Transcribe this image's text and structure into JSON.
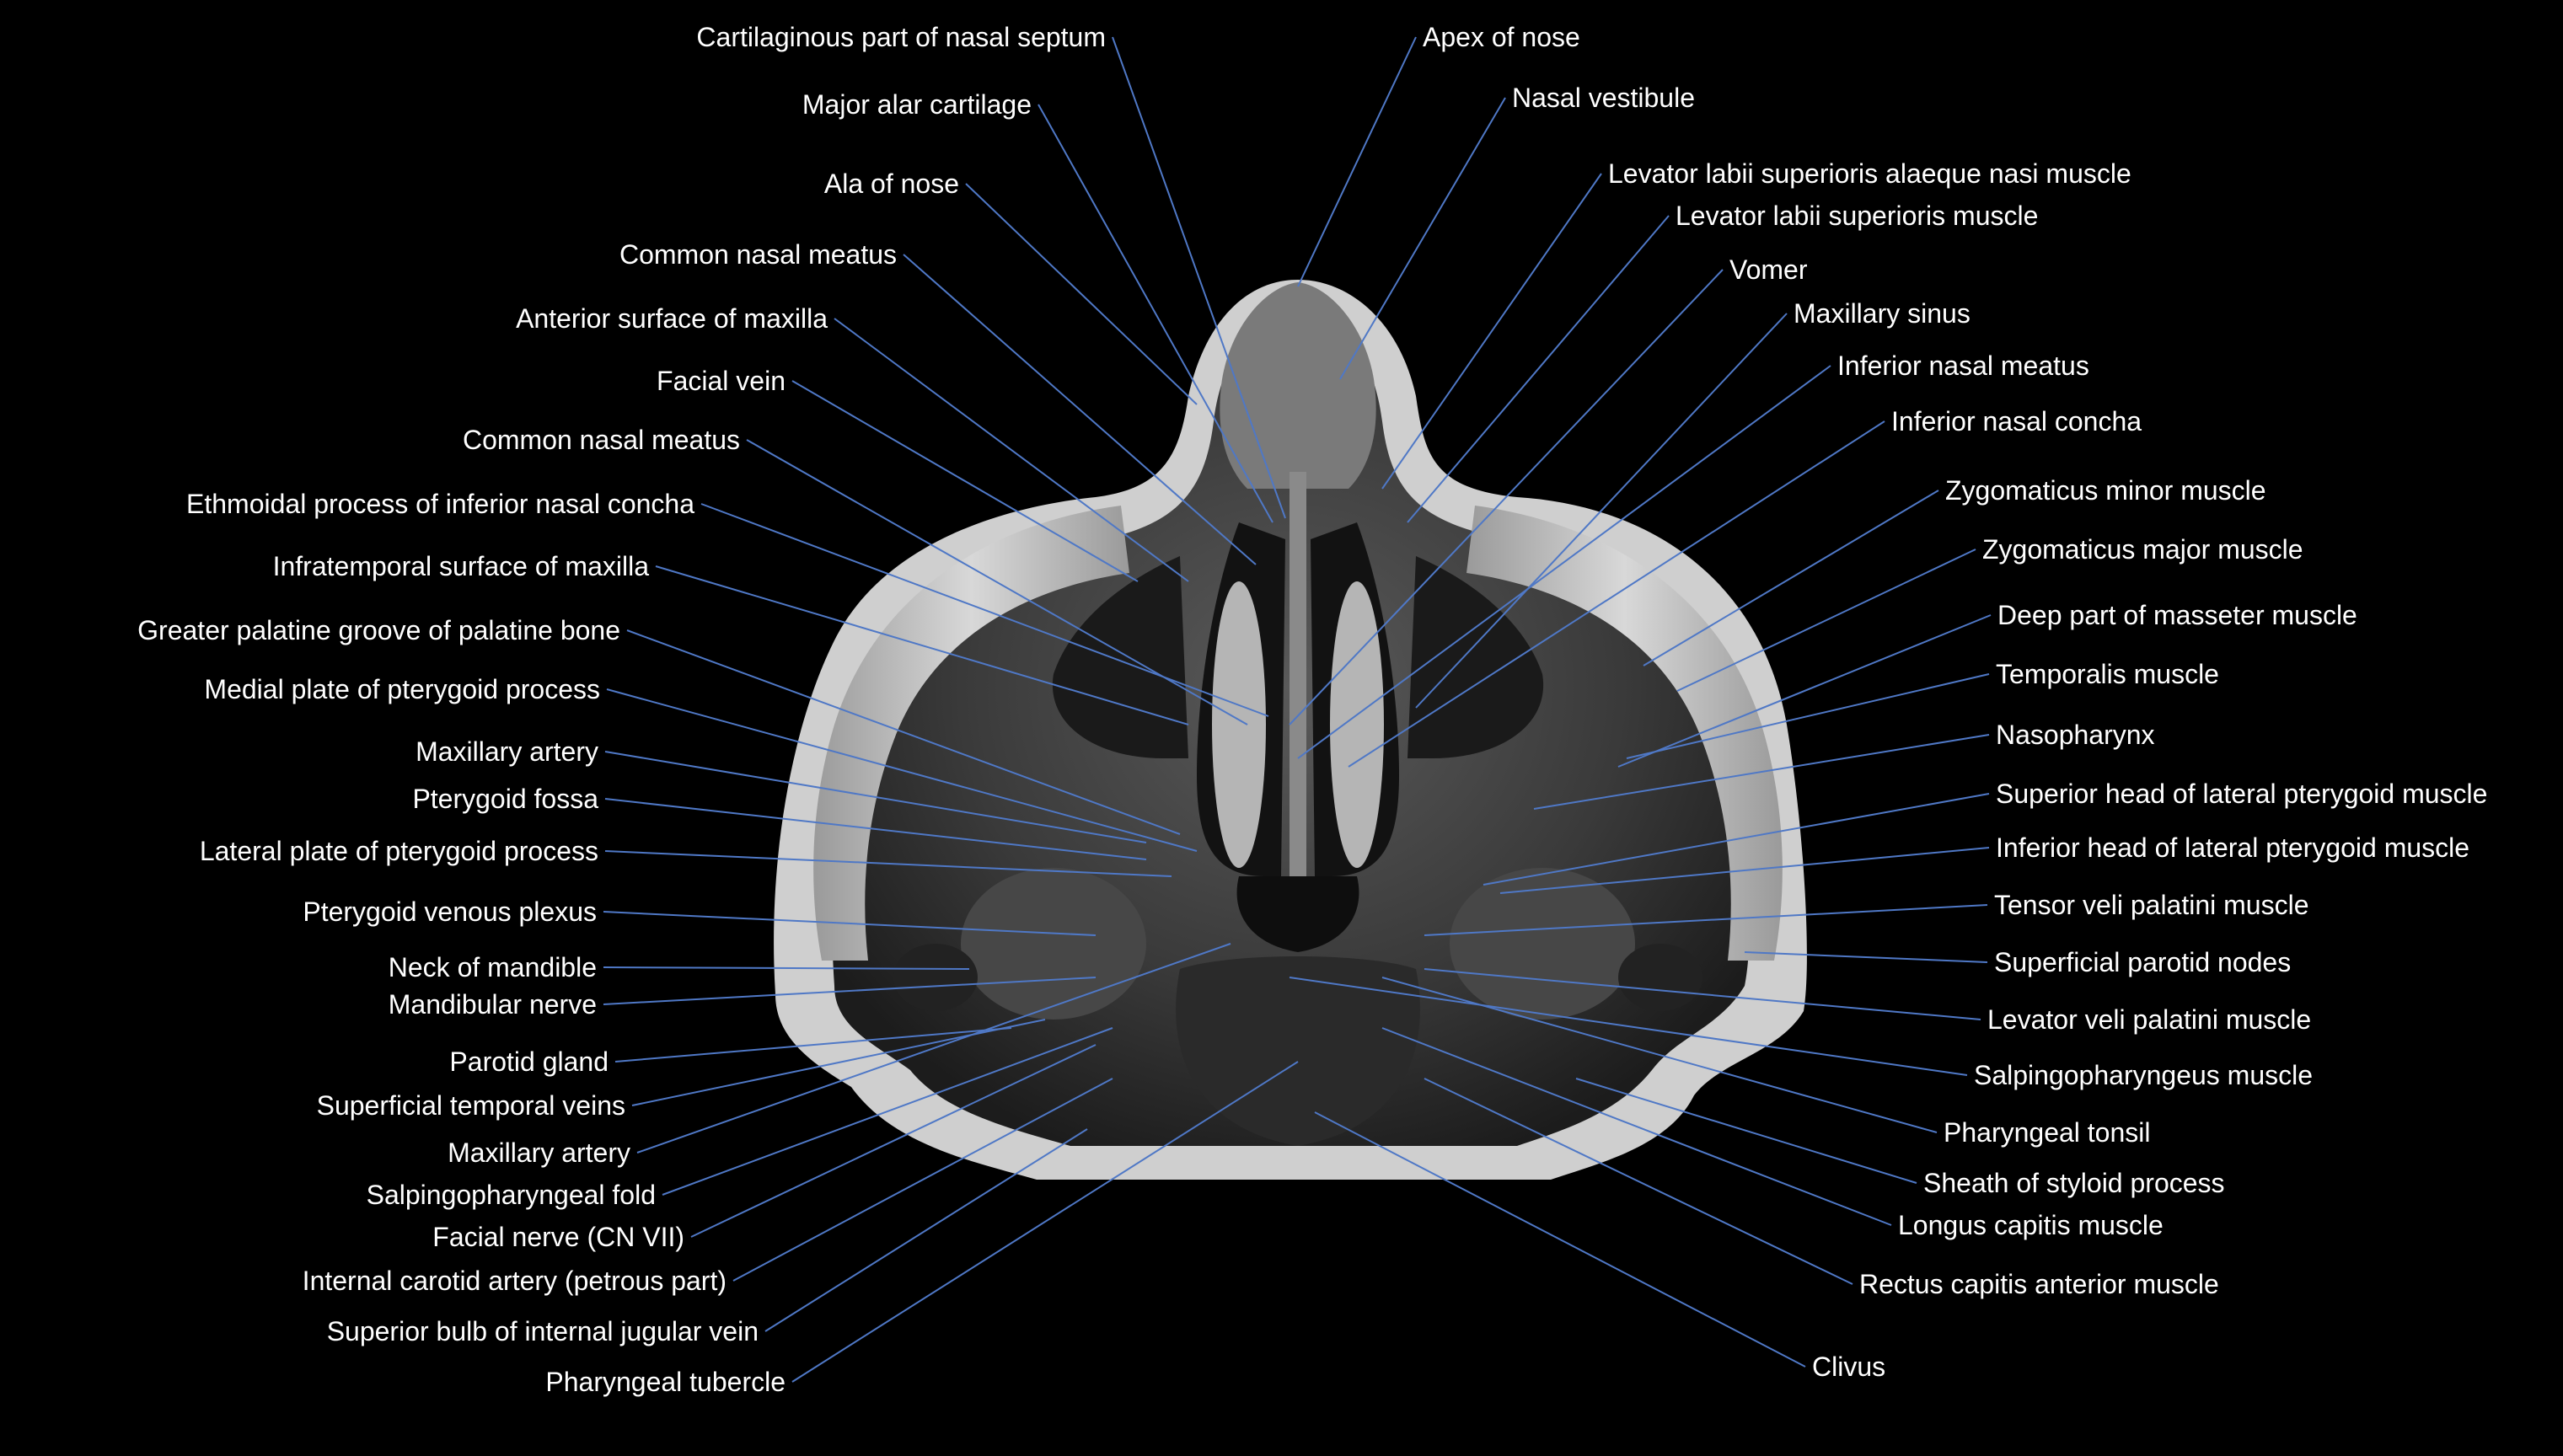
{
  "figure": {
    "background": "#000000",
    "leader_color": "#4f78c6",
    "text_color": "#ffffff",
    "image_kind": "axial MRI slice"
  },
  "labels_left": [
    "Cartilaginous part of nasal septum",
    "Major alar cartilage",
    "Ala of nose",
    "Common nasal meatus",
    "Anterior surface of maxilla",
    "Facial vein",
    "Common nasal meatus",
    "Ethmoidal process of inferior nasal concha",
    "Infratemporal surface of maxilla",
    "Greater palatine groove of palatine bone",
    "Medial plate of pterygoid process",
    "Maxillary artery",
    "Pterygoid fossa",
    "Lateral plate of pterygoid process",
    "Pterygoid venous plexus",
    "Neck of mandible",
    "Mandibular nerve",
    "Parotid gland",
    "Superficial temporal veins",
    "Maxillary artery",
    "Salpingopharyngeal fold",
    "Facial nerve (CN VII)",
    "Internal carotid artery (petrous part)",
    "Superior bulb of internal jugular vein",
    "Pharyngeal tubercle"
  ],
  "labels_right": [
    "Apex of nose",
    "Nasal vestibule",
    "Levator labii superioris alaeque nasi muscle",
    "Levator labii superioris muscle",
    "Vomer",
    "Maxillary sinus",
    "Inferior nasal meatus",
    "Inferior nasal concha",
    "Zygomaticus minor muscle",
    "Zygomaticus major muscle",
    "Deep part of masseter muscle",
    "Temporalis muscle",
    "Nasopharynx",
    "Superior head of lateral pterygoid muscle",
    "Inferior head of lateral pterygoid muscle",
    "Tensor veli palatini muscle",
    "Superficial parotid nodes",
    "Levator veli palatini muscle",
    "Salpingopharyngeus muscle",
    "Pharyngeal tonsil",
    "Sheath of styloid process",
    "Longus capitis muscle",
    "Rectus capitis anterior muscle",
    "Clivus"
  ]
}
